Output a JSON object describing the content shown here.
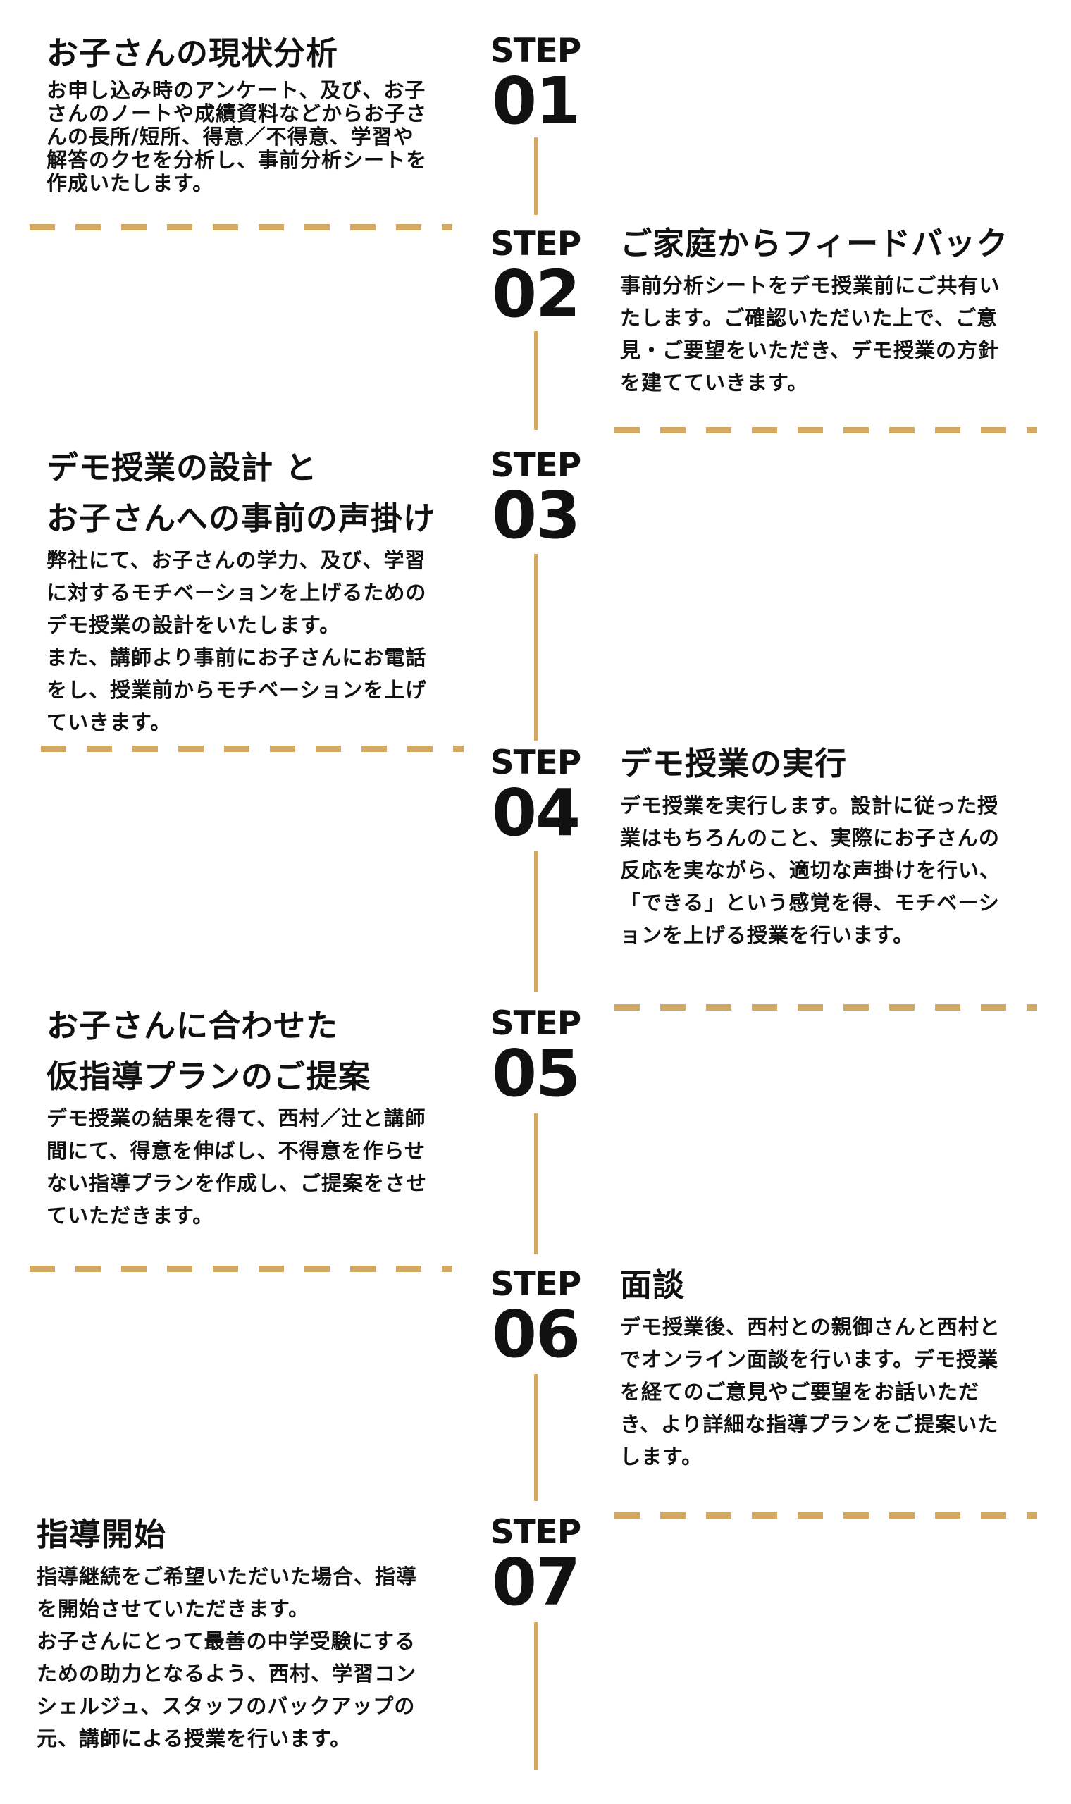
{
  "colors": {
    "accent": "#d3a862",
    "text": "#111111",
    "background": "#ffffff"
  },
  "steps": [
    {
      "step_word": "STEP",
      "number": "01",
      "title_lines": [
        "お子さんの現状分析"
      ],
      "body": "お申し込み時のアンケート、及び、お子\nさんのノートや成績資料などからお子さ\nんの長所/短所、得意／不得意、学習や\n解答のクセを分析し、事前分析シートを\n作成いたします。"
    },
    {
      "step_word": "STEP",
      "number": "02",
      "title_lines": [
        "ご家庭からフィードバック"
      ],
      "body": "事前分析シートをデモ授業前にご共有い\nたします。ご確認いただいた上で、ご意\n見・ご要望をいただき、デモ授業の方針\nを建てていきます。"
    },
    {
      "step_word": "STEP",
      "number": "03",
      "title_lines": [
        "デモ授業の設計 と",
        "お子さんへの事前の声掛け"
      ],
      "body": "弊社にて、お子さんの学力、及び、学習\nに対するモチベーションを上げるための\nデモ授業の設計をいたします。\nまた、講師より事前にお子さんにお電話\nをし、授業前からモチベーションを上げ\nていきます。"
    },
    {
      "step_word": "STEP",
      "number": "04",
      "title_lines": [
        "デモ授業の実行"
      ],
      "body": "デモ授業を実行します。設計に従った授\n業はもちろんのこと、実際にお子さんの\n反応を実ながら、適切な声掛けを行い、\n「できる」という感覚を得、モチベーシ\nョンを上げる授業を行います。"
    },
    {
      "step_word": "STEP",
      "number": "05",
      "title_lines": [
        "お子さんに合わせた",
        "仮指導プランのご提案"
      ],
      "body": "デモ授業の結果を得て、西村／辻と講師\n間にて、得意を伸ばし、不得意を作らせ\nない指導プランを作成し、ご提案をさせ\nていただきます。"
    },
    {
      "step_word": "STEP",
      "number": "06",
      "title_lines": [
        "面談"
      ],
      "body": "デモ授業後、西村との親御さんと西村と\nでオンライン面談を行います。デモ授業\nを経てのご意見やご要望をお話いただ\nき、より詳細な指導プランをご提案いた\nします。"
    },
    {
      "step_word": "STEP",
      "number": "07",
      "title_lines": [
        "指導開始"
      ],
      "body": "指導継続をご希望いただいた場合、指導\nを開始させていただきます。\nお子さんにとって最善の中学受験にする\nための助力となるよう、西村、学習コン\nシェルジュ、スタッフのバックアップの\n元、講師による授業を行います。"
    }
  ]
}
